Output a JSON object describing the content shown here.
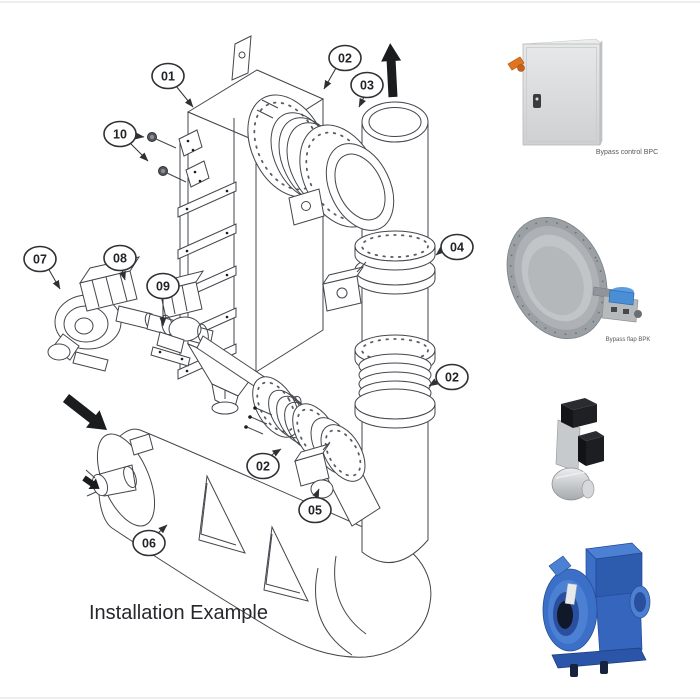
{
  "page": {
    "background": "#ffffff",
    "edge_line_color": "#dcdcdc"
  },
  "diagram": {
    "title": "Installation Example",
    "callouts": [
      {
        "label": "01"
      },
      {
        "label": "02"
      },
      {
        "label": "03"
      },
      {
        "label": "10"
      },
      {
        "label": "04"
      },
      {
        "label": "07"
      },
      {
        "label": "08"
      },
      {
        "label": "09"
      },
      {
        "label": "02"
      },
      {
        "label": "02"
      },
      {
        "label": "05"
      },
      {
        "label": "06"
      }
    ]
  },
  "products": [
    {
      "caption": "Bypass control BPC"
    },
    {
      "caption": "Bypass flap BPK"
    },
    {
      "caption": ""
    },
    {
      "caption": ""
    }
  ],
  "colors": {
    "drawing_line": "#43464b",
    "callout_stroke": "#2e3033",
    "flow_arrow_black": "#1b1c1e",
    "cabinet_gray": "#d7d8d9",
    "handle_orange": "#e0741f",
    "valve_ring_gray": "#9ba0a5",
    "actuator_blue": "#4a8fd6",
    "actuator_black": "#1a1b1e",
    "blower_blue": "#3b6fc8",
    "blower_dark_blue": "#2b55a8"
  }
}
